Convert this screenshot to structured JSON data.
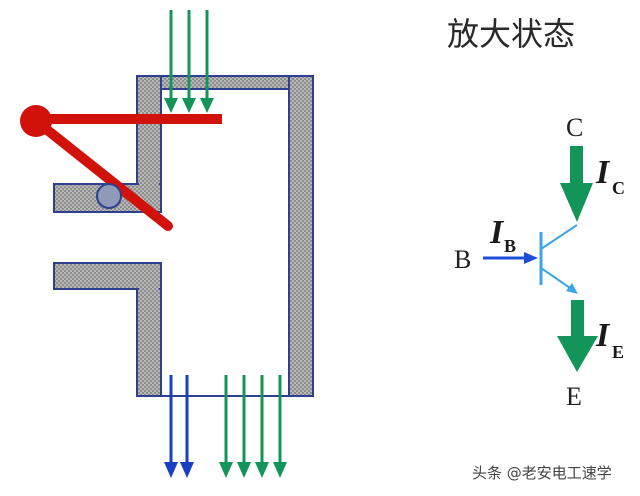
{
  "title": "放大状态",
  "transistor": {
    "collector_label": "C",
    "base_label": "B",
    "emitter_label": "E",
    "ic_symbol": "I",
    "ic_subscript": "C",
    "ib_symbol": "I",
    "ib_subscript": "B",
    "ie_symbol": "I",
    "ie_subscript": "E"
  },
  "watermark": "头条 @老安电工速学",
  "colors": {
    "valve_red": "#d0120b",
    "wall_border": "#2f3f8f",
    "wall_fill": "#9a9a9a",
    "flow_green": "#13955a",
    "flow_blue": "#1a3fc4",
    "transistor_line": "#3ba6e6",
    "base_arrow": "#1d4fd6"
  }
}
